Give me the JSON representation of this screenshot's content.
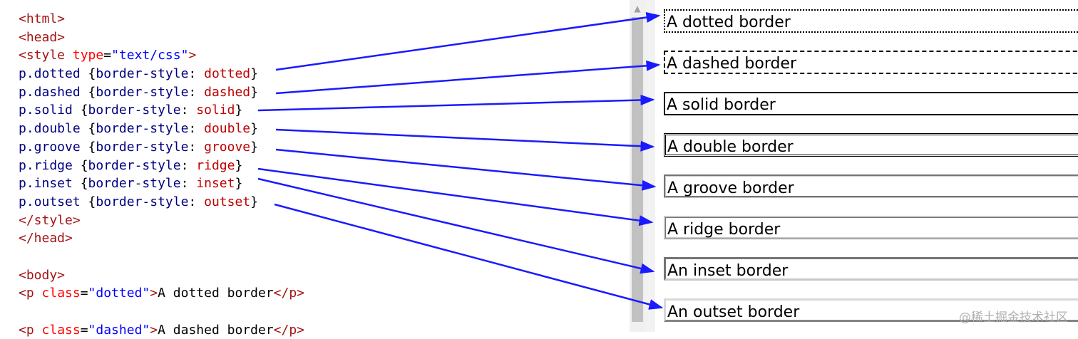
{
  "code_lines": [
    [
      {
        "t": "<html>",
        "c": "c-tag"
      }
    ],
    [
      {
        "t": "<head>",
        "c": "c-tag"
      }
    ],
    [
      {
        "t": "<style ",
        "c": "c-tag"
      },
      {
        "t": "type",
        "c": "c-attr"
      },
      {
        "t": "=",
        "c": "c-punct"
      },
      {
        "t": "\"text/css\"",
        "c": "c-val"
      },
      {
        "t": ">",
        "c": "c-tag"
      }
    ],
    [
      {
        "t": "p.dotted ",
        "c": "c-sel"
      },
      {
        "t": "{",
        "c": "c-punct"
      },
      {
        "t": "border-style",
        "c": "c-prop"
      },
      {
        "t": ": ",
        "c": "c-punct"
      },
      {
        "t": "dotted",
        "c": "c-cssval"
      },
      {
        "t": "}",
        "c": "c-punct"
      }
    ],
    [
      {
        "t": "p.dashed ",
        "c": "c-sel"
      },
      {
        "t": "{",
        "c": "c-punct"
      },
      {
        "t": "border-style",
        "c": "c-prop"
      },
      {
        "t": ": ",
        "c": "c-punct"
      },
      {
        "t": "dashed",
        "c": "c-cssval"
      },
      {
        "t": "}",
        "c": "c-punct"
      }
    ],
    [
      {
        "t": "p.solid ",
        "c": "c-sel"
      },
      {
        "t": "{",
        "c": "c-punct"
      },
      {
        "t": "border-style",
        "c": "c-prop"
      },
      {
        "t": ": ",
        "c": "c-punct"
      },
      {
        "t": "solid",
        "c": "c-cssval"
      },
      {
        "t": "}",
        "c": "c-punct"
      }
    ],
    [
      {
        "t": "p.double ",
        "c": "c-sel"
      },
      {
        "t": "{",
        "c": "c-punct"
      },
      {
        "t": "border-style",
        "c": "c-prop"
      },
      {
        "t": ": ",
        "c": "c-punct"
      },
      {
        "t": "double",
        "c": "c-cssval"
      },
      {
        "t": "}",
        "c": "c-punct"
      }
    ],
    [
      {
        "t": "p.groove ",
        "c": "c-sel"
      },
      {
        "t": "{",
        "c": "c-punct"
      },
      {
        "t": "border-style",
        "c": "c-prop"
      },
      {
        "t": ": ",
        "c": "c-punct"
      },
      {
        "t": "groove",
        "c": "c-cssval"
      },
      {
        "t": "}",
        "c": "c-punct"
      }
    ],
    [
      {
        "t": "p.ridge ",
        "c": "c-sel"
      },
      {
        "t": "{",
        "c": "c-punct"
      },
      {
        "t": "border-style",
        "c": "c-prop"
      },
      {
        "t": ": ",
        "c": "c-punct"
      },
      {
        "t": "ridge",
        "c": "c-cssval"
      },
      {
        "t": "}",
        "c": "c-punct"
      }
    ],
    [
      {
        "t": "p.inset ",
        "c": "c-sel"
      },
      {
        "t": "{",
        "c": "c-punct"
      },
      {
        "t": "border-style",
        "c": "c-prop"
      },
      {
        "t": ": ",
        "c": "c-punct"
      },
      {
        "t": "inset",
        "c": "c-cssval"
      },
      {
        "t": "}",
        "c": "c-punct"
      }
    ],
    [
      {
        "t": "p.outset ",
        "c": "c-sel"
      },
      {
        "t": "{",
        "c": "c-punct"
      },
      {
        "t": "border-style",
        "c": "c-prop"
      },
      {
        "t": ": ",
        "c": "c-punct"
      },
      {
        "t": "outset",
        "c": "c-cssval"
      },
      {
        "t": "}",
        "c": "c-punct"
      }
    ],
    [
      {
        "t": "</style>",
        "c": "c-tag"
      }
    ],
    [
      {
        "t": "</head>",
        "c": "c-tag"
      }
    ],
    [],
    [
      {
        "t": "<body>",
        "c": "c-tag"
      }
    ],
    [
      {
        "t": "<p ",
        "c": "c-tag"
      },
      {
        "t": "class",
        "c": "c-attr"
      },
      {
        "t": "=",
        "c": "c-punct"
      },
      {
        "t": "\"dotted\"",
        "c": "c-val"
      },
      {
        "t": ">",
        "c": "c-tag"
      },
      {
        "t": "A dotted border",
        "c": "c-text"
      },
      {
        "t": "</p>",
        "c": "c-tag"
      }
    ],
    [],
    [
      {
        "t": "<p ",
        "c": "c-tag"
      },
      {
        "t": "class",
        "c": "c-attr"
      },
      {
        "t": "=",
        "c": "c-punct"
      },
      {
        "t": "\"dashed\"",
        "c": "c-val"
      },
      {
        "t": ">",
        "c": "c-tag"
      },
      {
        "t": "A dashed border",
        "c": "c-text"
      },
      {
        "t": "</p>",
        "c": "c-tag"
      }
    ]
  ],
  "preview": {
    "dotted": "A dotted border",
    "dashed": "A dashed border",
    "solid": "A solid border",
    "double": "A double border",
    "groove": "A groove border",
    "ridge": "A ridge border",
    "inset": "An inset border",
    "outset": "An outset border"
  },
  "watermark": "@稀土掘金技术社区",
  "icons": {
    "scroll_up": "chevron-up-icon"
  },
  "colors": {
    "arrow": "#1a1aff",
    "tag": "#a31515",
    "value": "#0000ff",
    "css_value": "#c00000"
  }
}
